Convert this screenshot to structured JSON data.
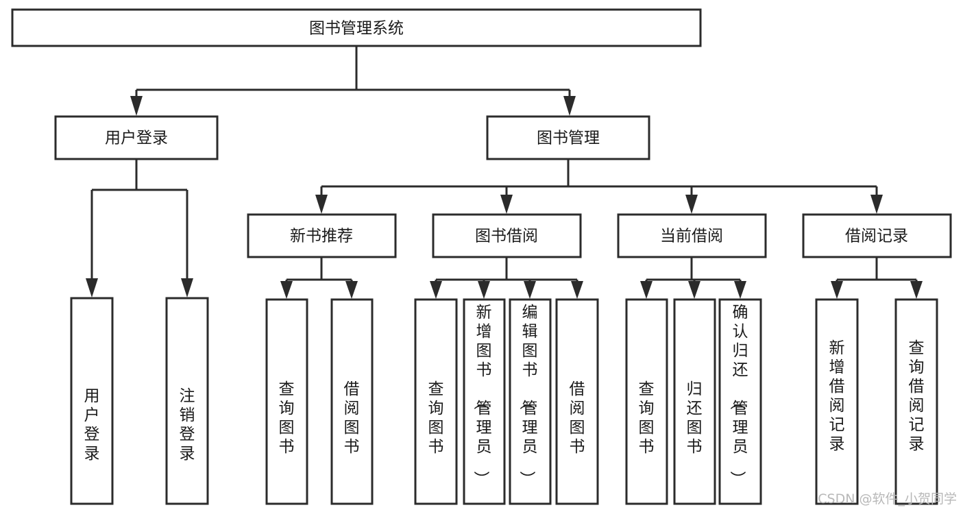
{
  "diagram": {
    "type": "tree",
    "orientation": "top-down",
    "title": "图书管理系统",
    "root": {
      "label": "图书管理系统"
    },
    "level2": [
      {
        "label": "用户登录"
      },
      {
        "label": "图书管理"
      }
    ],
    "level3": [
      {
        "label": "新书推荐"
      },
      {
        "label": "图书借阅"
      },
      {
        "label": "当前借阅"
      },
      {
        "label": "借阅记录"
      }
    ],
    "leaves": {
      "user_login": [
        {
          "label": "用户登录"
        },
        {
          "label": "注销登录"
        }
      ],
      "new_book_recommend": [
        {
          "label": "查询图书"
        },
        {
          "label": "借阅图书"
        }
      ],
      "book_borrow": [
        {
          "label": "查询图书"
        },
        {
          "label": "新增图书（管理员）"
        },
        {
          "label": "编辑图书（管理员）"
        },
        {
          "label": "借阅图书"
        }
      ],
      "current_borrow": [
        {
          "label": "查询图书"
        },
        {
          "label": "归还图书"
        },
        {
          "label": "确认归还（管理员）"
        }
      ],
      "borrow_record": [
        {
          "label": "新增借阅记录"
        },
        {
          "label": "查询借阅记录"
        }
      ]
    }
  },
  "watermark": {
    "text": "CSDN @软件_小贺同学"
  },
  "colors": {
    "box_fill": "#ffffff",
    "box_stroke": "#2b2b2b",
    "text": "#1a1a1a",
    "background": "#ffffff",
    "watermark": "#b8b8b8"
  }
}
